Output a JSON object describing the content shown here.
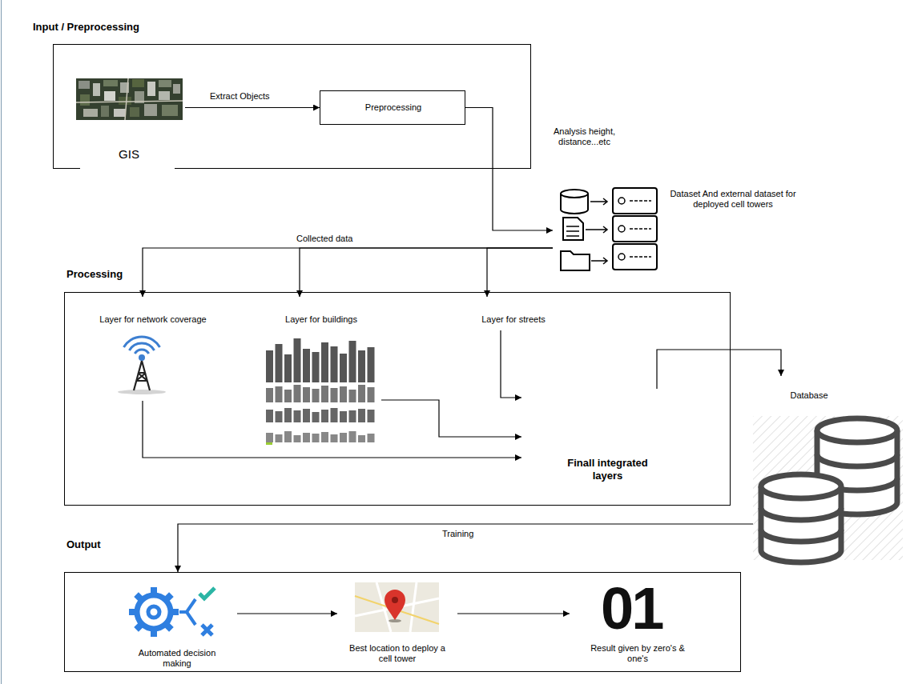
{
  "diagram": {
    "nodes": [
      {
        "text": [
          "Input / Preprocessing"
        ]
      },
      {
        "text": [
          "GIS"
        ],
        "in": 0
      },
      {
        "text": [
          "Preprocessing"
        ],
        "in": 0
      },
      {
        "text": [
          "Dataset And external dataset for deployed cell towers"
        ]
      },
      {
        "text": [
          "Processing"
        ]
      },
      {
        "text": [
          "Layer for network coverage"
        ],
        "in": 4
      },
      {
        "text": [
          "Layer for buildings"
        ],
        "in": 4
      },
      {
        "text": [
          "Layer for streets"
        ],
        "in": 4
      },
      {
        "text": [
          "Finall integrated layers"
        ],
        "in": 4
      },
      {
        "text": [
          "Database"
        ]
      },
      {
        "text": [
          "Output"
        ]
      },
      {
        "text": [
          "Automated decision making"
        ],
        "in": 10
      },
      {
        "text": [
          "Best location to deploy a cell tower"
        ],
        "in": 10
      },
      {
        "text": [
          "Result given by zero's & one's"
        ],
        "in": 10
      }
    ],
    "edges": [
      {
        "from": 1,
        "to": 2,
        "arrow": "to",
        "label": "Extract Objects"
      },
      {
        "from": 2,
        "to": 3,
        "arrow": "to",
        "label": "Analysis height, distance...etc"
      },
      {
        "from": 3,
        "to": 5,
        "arrow": "to",
        "label": "Collected data"
      },
      {
        "from": 3,
        "to": 6,
        "arrow": "to"
      },
      {
        "from": 3,
        "to": 7,
        "arrow": "to"
      },
      {
        "from": 5,
        "to": 8,
        "arrow": "to"
      },
      {
        "from": 6,
        "to": 8,
        "arrow": "to"
      },
      {
        "from": 7,
        "to": 8,
        "arrow": "to"
      },
      {
        "from": 8,
        "to": 9,
        "arrow": "to"
      },
      {
        "from": 9,
        "to": 10,
        "arrow": "to",
        "label": "Training"
      },
      {
        "from": 11,
        "to": 12,
        "arrow": "to"
      },
      {
        "from": 12,
        "to": 13,
        "arrow": "to"
      }
    ],
    "labels": [
      "01"
    ]
  }
}
